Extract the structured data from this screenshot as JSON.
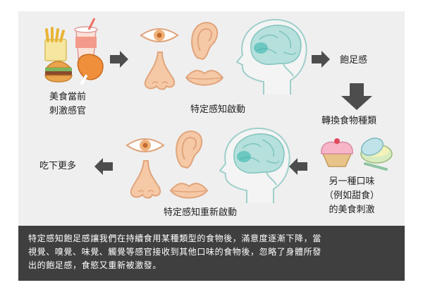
{
  "labels": {
    "food_stimuli": [
      "美食當前",
      "刺激感官"
    ],
    "senses_activate": "特定感知啟動",
    "satiety": "飽足感",
    "switch_food": "轉換食物種類",
    "other_taste": [
      "另一種口味",
      "（例如甜食）",
      "的美食刺激"
    ],
    "senses_reactivate": "特定感知重新啟動",
    "eat_more": "吃下更多"
  },
  "caption": [
    "特定感知飽足感讓我們在持續食用某種類型的食物後，滿意度逐漸下降，當",
    "視覺、嗅覺、味覺、觸覺等感官接收到其他口味的食物後，忽略了身體所發",
    "出的飽足感，食慾又重新被激發。"
  ],
  "colors": {
    "panel": "#efefef",
    "caption_bg": "#3f3f3f",
    "arrow": "#4d4d4d",
    "skin": "#f6c9a6",
    "skin_line": "#e0a47c",
    "brain": "#b6e0dc",
    "brain_highlight": "#2fb3ab"
  },
  "icons": [
    "fast-food-icon",
    "eye-icon",
    "ear-icon",
    "nose-icon",
    "lips-icon",
    "head-brain-icon",
    "arrow-right-icon",
    "arrow-down-icon",
    "arrow-left-icon",
    "desserts-icon"
  ]
}
